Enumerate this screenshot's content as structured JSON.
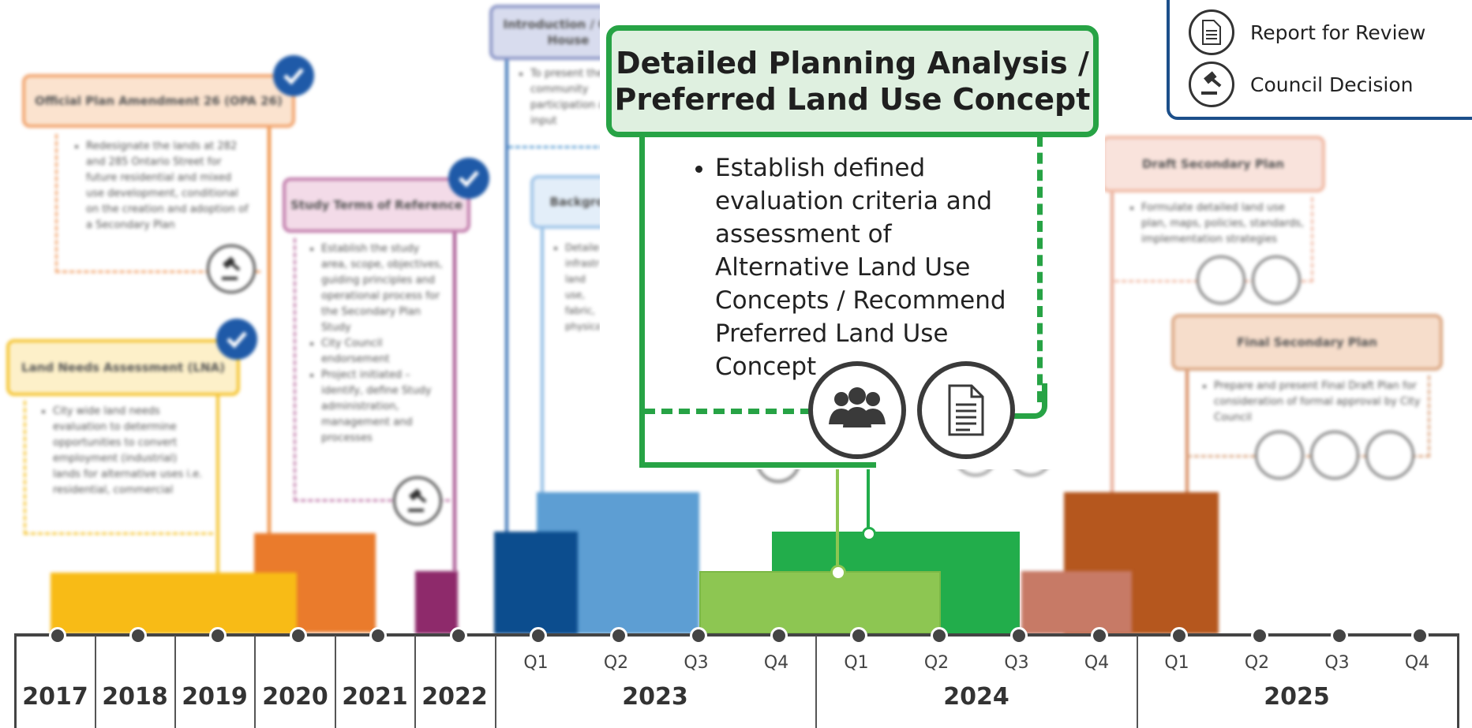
{
  "legend": {
    "items": [
      {
        "label": "Report for Review",
        "icon": "report-icon"
      },
      {
        "label": "Council Decision",
        "icon": "gavel-icon"
      }
    ]
  },
  "focus": {
    "title_line1": "Detailed Planning Analysis /",
    "title_line2": "Preferred Land Use Concept",
    "bullet": "Establish defined evaluation criteria and assessment of Alternative Land Use Concepts / Recommend Preferred Land Use Concept",
    "icons": [
      "community-icon",
      "report-icon"
    ],
    "color": "#27a345"
  },
  "stages": {
    "opa": {
      "title": "Official Plan Amendment 26 (OPA 26)",
      "bullet": "Redesignate the lands at 282 and 285 Ontario Street for future residential and mixed use development, conditional on the creation and adoption of a Secondary Plan",
      "color": "#ee8a3a"
    },
    "lna": {
      "title": "Land Needs Assessment (LNA)",
      "bullet": "City wide land needs evaluation to determine opportunities to convert employment (industrial) lands for alternative uses i.e. residential, commercial",
      "color": "#f5c431"
    },
    "tor": {
      "title": "Study Terms of Reference",
      "bullets": [
        "Establish the study area, scope, objectives, guiding principles and operational process for the Secondary Plan Study",
        "City Council endorsement",
        "Project initiated – identify, define Study administration, management and processes"
      ],
      "color": "#a34a8a"
    },
    "intro": {
      "title": "Introduction / Open House",
      "bullet": "To present the community participation and input"
    },
    "background": {
      "title": "Background",
      "bullet": "Detailed infrastructure, land use, fabric, physical"
    },
    "draft": {
      "title": "Draft Secondary Plan",
      "bullet": "Formulate detailed land use plan, maps, policies, standards, implementation strategies"
    },
    "final": {
      "title": "Final Secondary Plan",
      "bullet": "Prepare and present Final Draft Plan for consideration of formal approval by City Council"
    }
  },
  "timeline": {
    "years": [
      "2017",
      "2018",
      "2019",
      "2020",
      "2021",
      "2022",
      "2023",
      "2024",
      "2025"
    ],
    "quarters": [
      "Q1",
      "Q2",
      "Q3",
      "Q4"
    ]
  },
  "colors": {
    "lna": "#f8bb16",
    "opa": "#ea7b2c",
    "tor": "#8e2a6b",
    "intro": "#0c4d8e",
    "background": "#5d9ed3",
    "focus_light": "#8dc652",
    "focus_dark": "#22ad4b",
    "draft": "#c77a66",
    "final": "#b5571e",
    "axis": "#444444"
  }
}
